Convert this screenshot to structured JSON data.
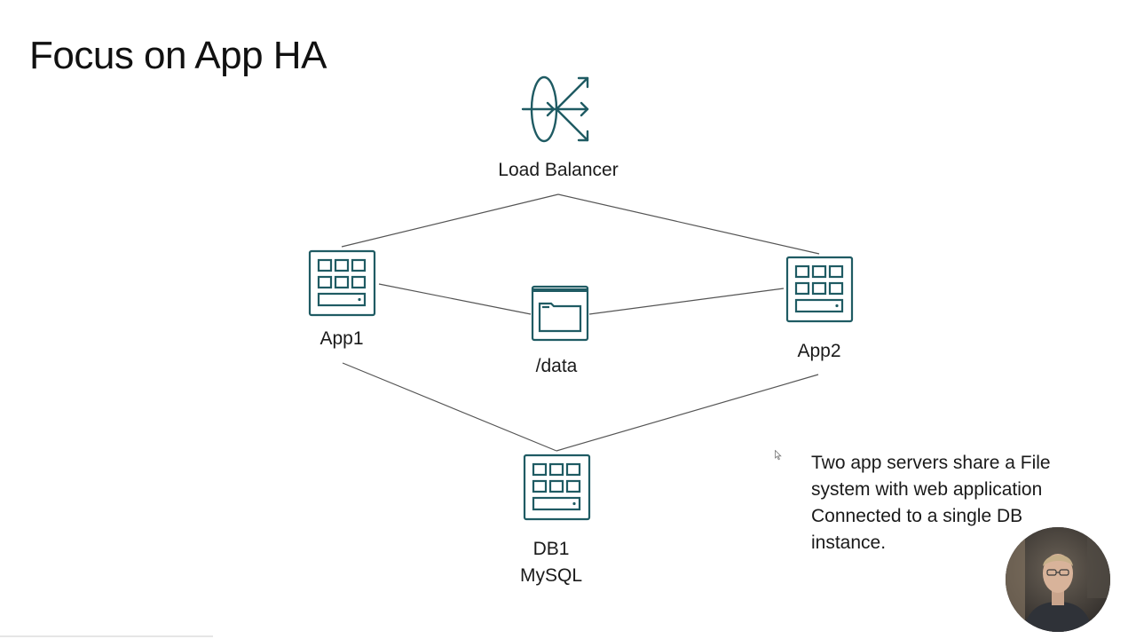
{
  "slide": {
    "title": "Focus on App HA",
    "caption_lines": [
      "Two app servers share a File",
      "system with web application",
      "Connected to a single DB",
      "instance."
    ]
  },
  "nodes": {
    "load_balancer": {
      "label": "Load Balancer",
      "icon": "load-balancer-icon"
    },
    "app1": {
      "label": "App1",
      "icon": "server-icon"
    },
    "app2": {
      "label": "App2",
      "icon": "server-icon"
    },
    "shared_fs": {
      "label": "/data",
      "icon": "file-system-icon"
    },
    "db": {
      "label_lines": [
        "DB1",
        "MySQL"
      ],
      "icon": "server-icon"
    }
  },
  "edges": [
    {
      "from": "load_balancer",
      "to": "app1"
    },
    {
      "from": "load_balancer",
      "to": "app2"
    },
    {
      "from": "app1",
      "to": "shared_fs"
    },
    {
      "from": "app2",
      "to": "shared_fs"
    },
    {
      "from": "app1",
      "to": "db"
    },
    {
      "from": "app2",
      "to": "db"
    }
  ],
  "colors": {
    "icon_stroke": "#1f5b63",
    "edge_stroke": "#555555",
    "text": "#1a1a1a"
  }
}
